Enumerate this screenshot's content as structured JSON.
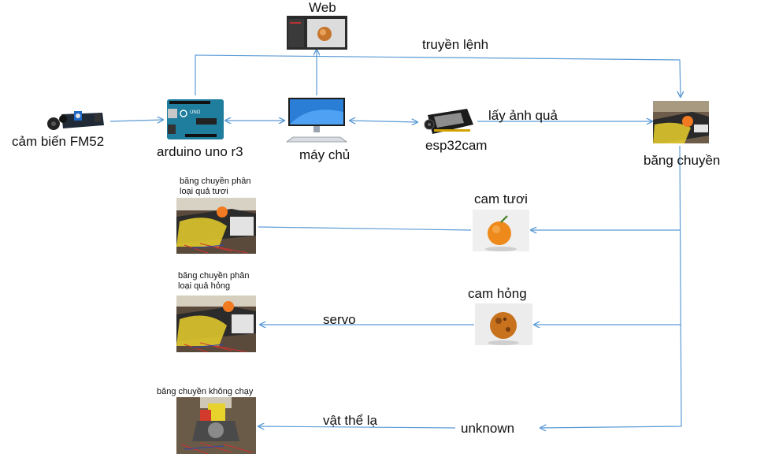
{
  "diagram": {
    "arrow_color": "#5b9bd5",
    "labels": {
      "web": "Web",
      "truyen_lenh": "truyền lệnh",
      "sensor": "cảm biến FM52",
      "arduino": "arduino uno r3",
      "server": "máy chủ",
      "esp32cam": "esp32cam",
      "lay_anh": "lấy ảnh quả",
      "conveyor": "băng chuyền",
      "fresh": "cam tươi",
      "rotten": "cam hỏng",
      "servo": "servo",
      "unknown": "unknown",
      "foreign": "vật thể lạ",
      "belt_fresh": "băng chuyền phân loại quả tươi",
      "belt_rotten": "băng chuyền phân loại quả hỏng",
      "belt_stop": "băng chuyền không chạy"
    },
    "icons": {
      "web": "web-screenshot-icon",
      "sensor": "ir-sensor-icon",
      "arduino": "arduino-board-icon",
      "server": "computer-monitor-icon",
      "esp32cam": "esp32cam-board-icon",
      "conveyor": "conveyor-photo",
      "fresh": "fresh-orange-photo",
      "rotten": "rotten-orange-photo",
      "belt_fresh": "belt-fresh-photo",
      "belt_rotten": "belt-rotten-photo",
      "belt_stop": "belt-stop-photo"
    }
  }
}
